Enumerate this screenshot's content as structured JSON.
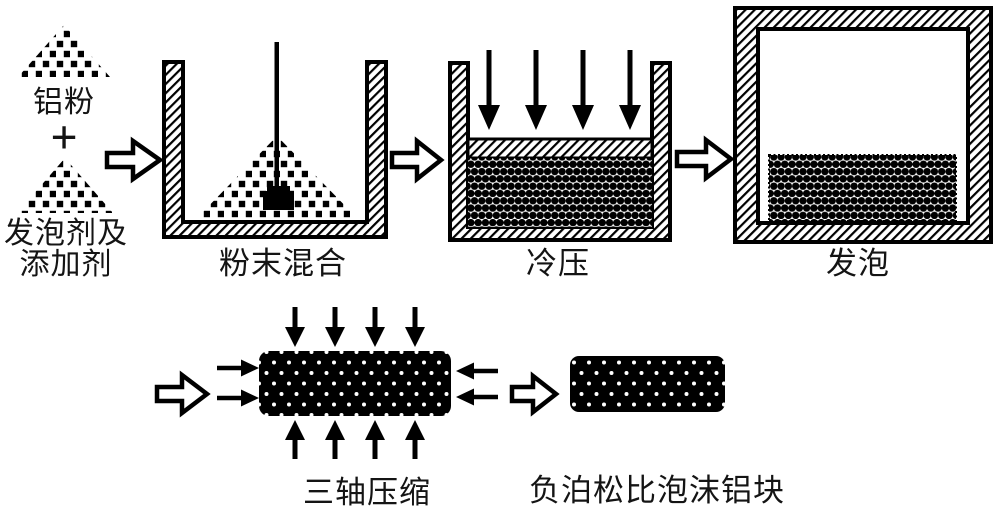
{
  "colors": {
    "ink": "#000000",
    "paper": "#ffffff"
  },
  "materials": {
    "aluminum_powder": "铝粉",
    "plus": "+",
    "foaming_agent_line1": "发泡剂及",
    "foaming_agent_line2": "添加剂"
  },
  "steps": {
    "mixing": "粉末混合",
    "cold_pressing": "冷压",
    "foaming": "发泡",
    "triaxial_compression": "三轴压缩",
    "product": "负泊松比泡沫铝块"
  }
}
